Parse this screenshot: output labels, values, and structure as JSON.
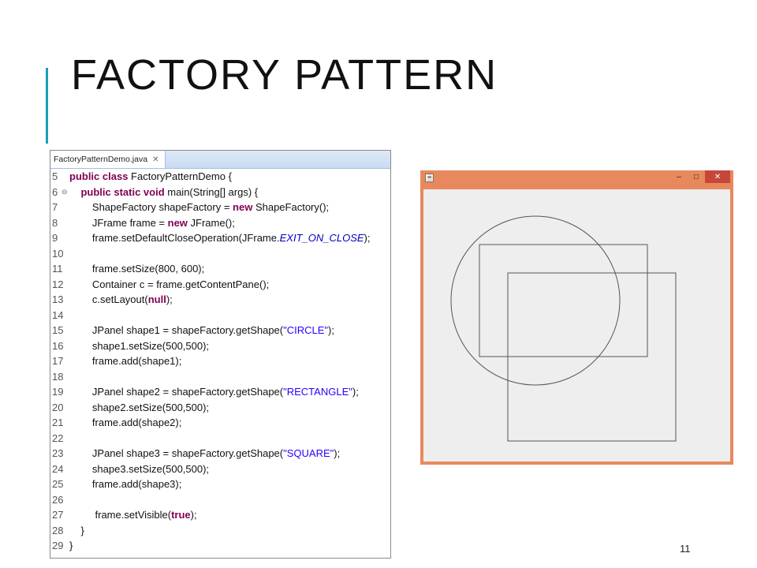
{
  "slide": {
    "title": "FACTORY PATTERN",
    "page_number": "11",
    "accent_color": "#1b9fb6"
  },
  "editor": {
    "tab_label": "FactoryPatternDemo.java",
    "tab_close_icon": "close-icon",
    "lines": [
      {
        "num": "5",
        "fold": "",
        "html": "<span class=\"kw\">public class</span> FactoryPatternDemo {"
      },
      {
        "num": "6",
        "fold": "⊖",
        "html": "    <span class=\"kw\">public static void</span> main(String[] args) {"
      },
      {
        "num": "7",
        "fold": "",
        "html": "        ShapeFactory shapeFactory = <span class=\"kw\">new</span> ShapeFactory();"
      },
      {
        "num": "8",
        "fold": "",
        "html": "        JFrame frame = <span class=\"kw\">new</span> JFrame();"
      },
      {
        "num": "9",
        "fold": "",
        "html": "        frame.setDefaultCloseOperation(JFrame.<span class=\"const\">EXIT_ON_CLOSE</span>);"
      },
      {
        "num": "10",
        "fold": "",
        "html": ""
      },
      {
        "num": "11",
        "fold": "",
        "html": "        frame.setSize(800, 600);"
      },
      {
        "num": "12",
        "fold": "",
        "html": "        Container c = frame.getContentPane();"
      },
      {
        "num": "13",
        "fold": "",
        "html": "        c.setLayout(<span class=\"kw\">null</span>);"
      },
      {
        "num": "14",
        "fold": "",
        "html": ""
      },
      {
        "num": "15",
        "fold": "",
        "html": "        JPanel shape1 = shapeFactory.getShape(<span class=\"str\">\"CIRCLE\"</span>);"
      },
      {
        "num": "16",
        "fold": "",
        "html": "        shape1.setSize(500,500);"
      },
      {
        "num": "17",
        "fold": "",
        "html": "        frame.add(shape1);"
      },
      {
        "num": "18",
        "fold": "",
        "html": ""
      },
      {
        "num": "19",
        "fold": "",
        "html": "        JPanel shape2 = shapeFactory.getShape(<span class=\"str\">\"RECTANGLE\"</span>);"
      },
      {
        "num": "20",
        "fold": "",
        "html": "        shape2.setSize(500,500);"
      },
      {
        "num": "21",
        "fold": "",
        "html": "        frame.add(shape2);"
      },
      {
        "num": "22",
        "fold": "",
        "html": ""
      },
      {
        "num": "23",
        "fold": "",
        "html": "        JPanel shape3 = shapeFactory.getShape(<span class=\"str\">\"SQUARE\"</span>);"
      },
      {
        "num": "24",
        "fold": "",
        "html": "        shape3.setSize(500,500);"
      },
      {
        "num": "25",
        "fold": "",
        "html": "        frame.add(shape3);"
      },
      {
        "num": "26",
        "fold": "",
        "html": ""
      },
      {
        "num": "27",
        "fold": "",
        "html": "         frame.setVisible(<span class=\"kw\">true</span>);"
      },
      {
        "num": "28",
        "fold": "",
        "html": "    }"
      },
      {
        "num": "29",
        "fold": "",
        "html": "}"
      }
    ]
  },
  "java_window": {
    "icon": "java-icon",
    "minimize_label": "–",
    "maximize_label": "□",
    "close_label": "✕",
    "frame_color": "#e7895d",
    "content_color": "#eeeeee",
    "shapes": [
      {
        "kind": "circle"
      },
      {
        "kind": "rectangle"
      },
      {
        "kind": "square"
      }
    ]
  }
}
